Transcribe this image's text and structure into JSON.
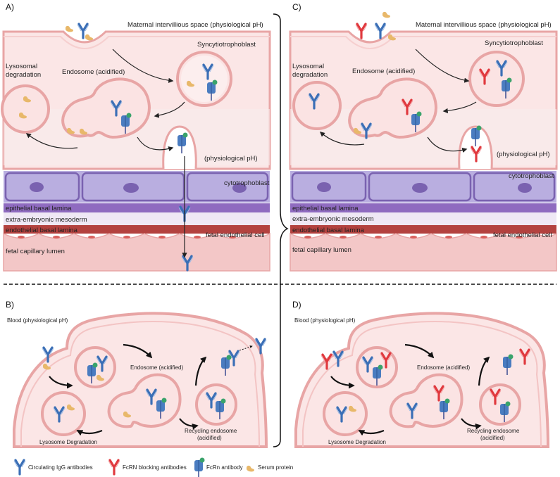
{
  "panels": {
    "a": {
      "letter": "A)",
      "maternal": "Maternal intervillious space (physiological pH)",
      "syncytio": "Syncytiotrophoblast",
      "lysosomal1": "Lysosomal",
      "lysosomal2": "degradation",
      "endosome": "Endosome (acidified)",
      "physio": "(physiological pH)",
      "cyto": "cytotrophoblast",
      "epithelial": "epithelial basal lamina",
      "mesoderm": "extra-embryonic mesoderm",
      "endothelial": "endothelial basal lamina",
      "fetal_cell": "fetal endothelial cell",
      "lumen": "fetal capillary lumen"
    },
    "b": {
      "letter": "B)",
      "blood": "Blood (physiological pH)",
      "endosome": "Endosome (acidified)",
      "lysosome": "Lysosome  Degradation",
      "recycling1": "Recycling endosome",
      "recycling2": "(acidified)"
    },
    "c": {
      "letter": "C)",
      "maternal": "Maternal intervillious space (physiological pH)",
      "syncytio": "Syncytiotrophoblast",
      "lysosomal1": "Lysosomal",
      "lysosomal2": "degradation",
      "endosome": "Endosome (acidified)",
      "physio": "(physiological pH)",
      "cyto": "cytotrophoblast",
      "epithelial": "epithelial basal lamina",
      "mesoderm": "extra-embryonic mesoderm",
      "endothelial": "endothelial basal lamina",
      "fetal_cell": "fetal endothelial cell",
      "lumen": "fetal capillary lumen"
    },
    "d": {
      "letter": "D)",
      "blood": "Blood (physiological pH)",
      "endosome": "Endosome (acidified)",
      "lysosome": "Lysosome  Degradation",
      "recycling1": "Recycling endosome",
      "recycling2": "(acidified)"
    }
  },
  "legend": {
    "igg": "Circulating IgG antibodies",
    "blocking": "FcRN blocking antibodies",
    "fcrn": "FcRn antibody",
    "serum": "Serum protein"
  },
  "colors": {
    "igg": "#3b6fb6",
    "blocking": "#e0393e",
    "fcrn": "#4a7cc0",
    "serum": "#e8b86a",
    "membrane": "#e8a5a5",
    "cyto": "#b9aee0",
    "epithelial": "#8f6bc0",
    "endothelial": "#b3423f"
  }
}
